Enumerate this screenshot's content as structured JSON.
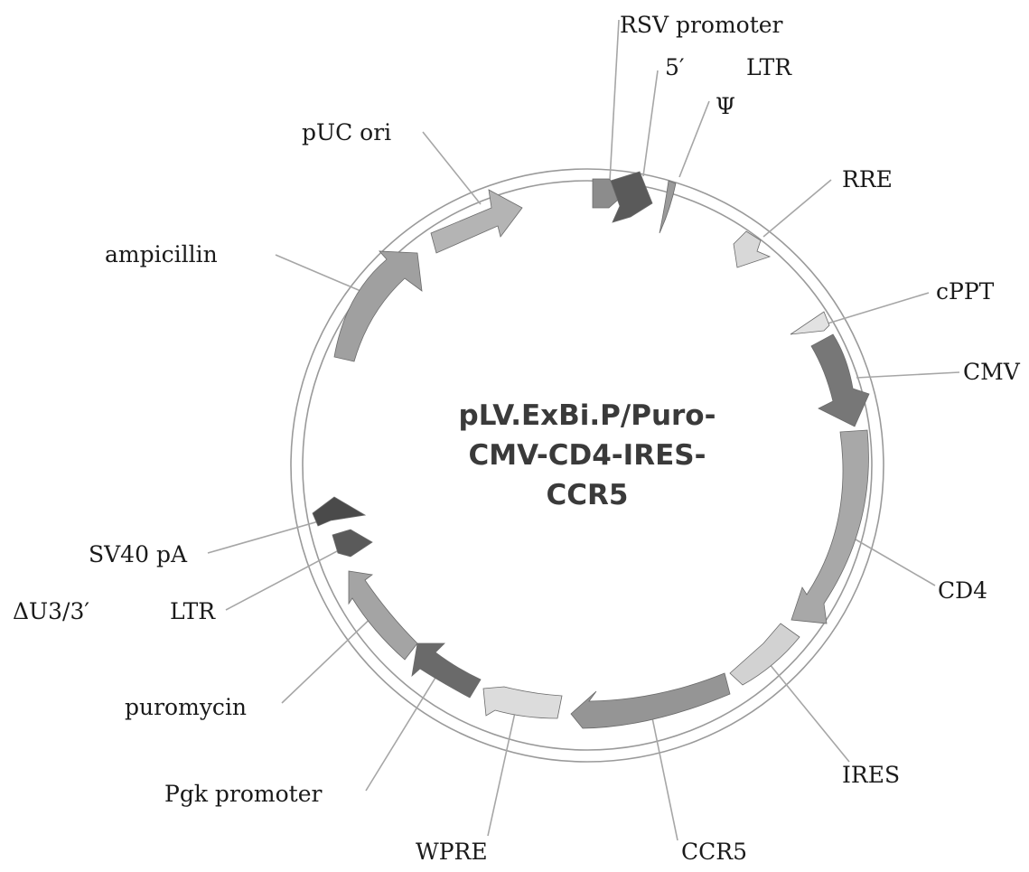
{
  "plasmid": {
    "name_lines": [
      "pLV.ExBi.P/Puro-",
      "CMV-CD4-IRES-",
      "CCR5"
    ]
  },
  "features": [
    {
      "id": "rsv-promoter",
      "label": "RSV promoter",
      "color": "#8c8c8c"
    },
    {
      "id": "5-ltr-number",
      "label": "5′",
      "color": "#5a5a5a"
    },
    {
      "id": "5-ltr-word",
      "label": "LTR",
      "color": "#5a5a5a"
    },
    {
      "id": "psi",
      "label": "Ψ",
      "color": "#9a9a9a"
    },
    {
      "id": "rre",
      "label": "RRE",
      "color": "#d8d8d8"
    },
    {
      "id": "cppt",
      "label": "cPPT",
      "color": "#e2e2e2"
    },
    {
      "id": "cmv",
      "label": "CMV",
      "color": "#777777"
    },
    {
      "id": "cd4",
      "label": "CD4",
      "color": "#a8a8a8"
    },
    {
      "id": "ires",
      "label": "IRES",
      "color": "#d2d2d2"
    },
    {
      "id": "ccr5",
      "label": "CCR5",
      "color": "#959595"
    },
    {
      "id": "wpre",
      "label": "WPRE",
      "color": "#dcdcdc"
    },
    {
      "id": "pgk-promoter",
      "label": "Pgk promoter",
      "color": "#6a6a6a"
    },
    {
      "id": "puromycin",
      "label": "puromycin",
      "color": "#a4a4a4"
    },
    {
      "id": "du3-ltr-prefix",
      "label": "ΔU3/3′",
      "color": "#5a5a5a"
    },
    {
      "id": "du3-ltr-word",
      "label": "LTR",
      "color": "#5a5a5a"
    },
    {
      "id": "sv40-pa",
      "label": "SV40 pA",
      "color": "#4a4a4a"
    },
    {
      "id": "ampicillin",
      "label": "ampicillin",
      "color": "#a0a0a0"
    },
    {
      "id": "puc-ori",
      "label": "pUC ori",
      "color": "#b4b4b4"
    }
  ]
}
